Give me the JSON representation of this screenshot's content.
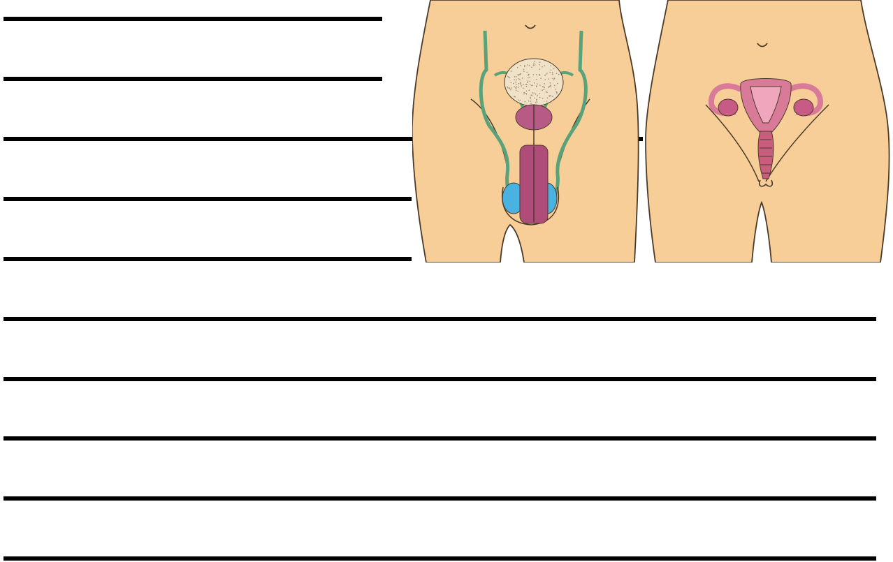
{
  "worksheet": {
    "answer_line_count": 10
  },
  "illustration": {
    "panels": [
      "male-reproductive-system",
      "female-reproductive-system"
    ],
    "colors": {
      "skin": "#f8ce98",
      "skin_shadow": "#efb978",
      "outline": "#4a3a2a",
      "bladder": "#efe2c8",
      "ducts": "#5aa27a",
      "penis": "#b04c7a",
      "prostate": "#b85a86",
      "testis": "#4ab2e0",
      "uterus": "#d97a98",
      "uterus_inner": "#f0a7bd",
      "ovary": "#c85a86",
      "vagina": "#c95d7e"
    }
  }
}
